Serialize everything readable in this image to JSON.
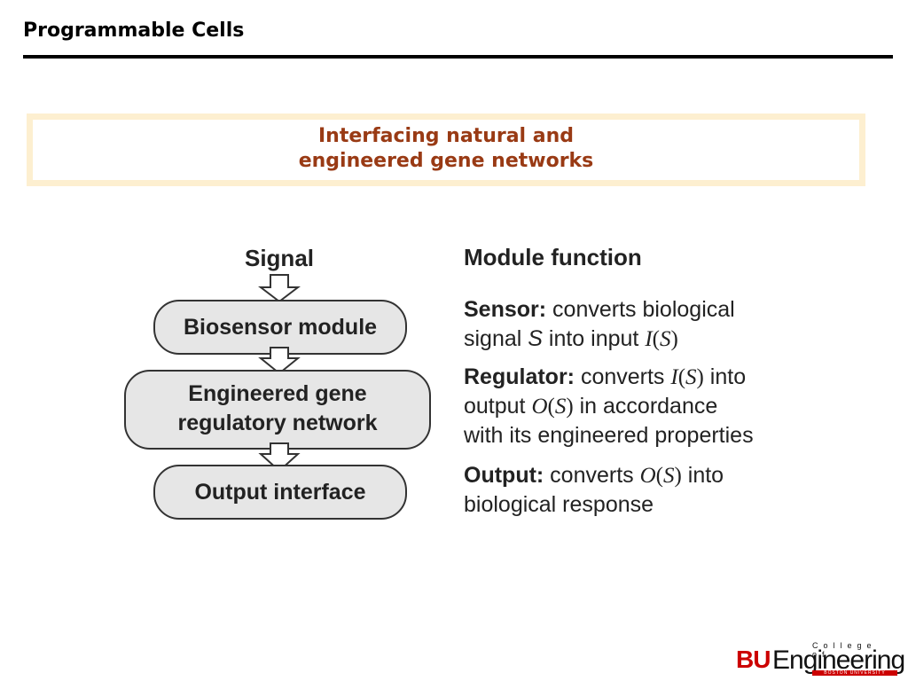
{
  "slide": {
    "title": "Programmable Cells"
  },
  "banner": {
    "line1": "Interfacing natural and",
    "line2": "engineered gene networks"
  },
  "diagram": {
    "signal_label": "Signal",
    "biosensor_label": "Biosensor module",
    "network_line1": "Engineered gene",
    "network_line2": "regulatory network",
    "output_label": "Output interface"
  },
  "module_function": {
    "heading": "Module function",
    "sensor": {
      "term": "Sensor:",
      "text_a": " converts biological",
      "text_b": "signal ",
      "var_s": "S",
      "text_c": " into input ",
      "input_fn": "I",
      "input_arg": "S"
    },
    "regulator": {
      "term": "Regulator:",
      "text_a": " converts ",
      "input_fn": "I",
      "input_arg": "S",
      "text_b": " into",
      "text_c": "output ",
      "output_fn": "O",
      "output_arg": "S",
      "text_d": " in accordance",
      "text_e": "with its engineered properties"
    },
    "output": {
      "term": "Output:",
      "text_a": " converts ",
      "output_fn": "O",
      "output_arg": "S",
      "text_b": " into",
      "text_c": "biological response"
    }
  },
  "logo": {
    "bu": "BU",
    "engineering": "Engineering",
    "college_of": "College of",
    "university": "BOSTON UNIVERSITY"
  },
  "colors": {
    "banner_text": "#993a14",
    "banner_border": "#fdefd0",
    "box_fill": "#e6e6e6",
    "logo_red": "#cc0000"
  }
}
